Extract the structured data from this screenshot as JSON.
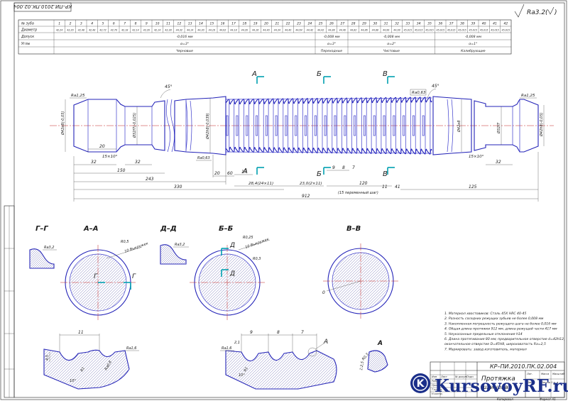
{
  "frame": {
    "stamp_top": "КР–ПИ.2010.ПК.02.004",
    "roughness": "Ra3.2"
  },
  "table": {
    "row_labels": [
      "№ зуба",
      "Диаметр",
      "Допуск",
      "Углы"
    ],
    "teeth": [
      "1",
      "2",
      "3",
      "4",
      "5",
      "6",
      "7",
      "8",
      "9",
      "10",
      "11",
      "12",
      "13",
      "14",
      "15",
      "16",
      "17",
      "18",
      "19",
      "20",
      "21",
      "22",
      "23",
      "24",
      "25",
      "26",
      "27",
      "28",
      "29",
      "30",
      "31",
      "32",
      "33",
      "34",
      "35",
      "36",
      "37",
      "38",
      "39",
      "40",
      "41",
      "42"
    ],
    "diameters": [
      "42,24",
      "42,20",
      "42,48",
      "42,48",
      "42,72",
      "42,70",
      "42,18",
      "42,14",
      "42,20",
      "42,14",
      "42,38",
      "44,32",
      "44,14",
      "44,30",
      "44,16",
      "44,02",
      "44,18",
      "44,20",
      "44,16",
      "44,40",
      "44,34",
      "44,40",
      "44,64",
      "44,42",
      "44,42",
      "44,88",
      "44,40",
      "44,82",
      "44,86",
      "44,88",
      "44,99",
      "44,99",
      "45,015",
      "45,015",
      "45,015",
      "45,015",
      "45,015",
      "45,015",
      "45,015",
      "45,015",
      "45,015",
      "45,015"
    ],
    "tolerances": [
      "-0,016 мм",
      "-0,008 мм",
      "-0,008 мм",
      "-0,008 мм"
    ],
    "angles": [
      "α=3°",
      "α=3°",
      "α=2°",
      "α=1°"
    ],
    "stages": [
      "Черновые",
      "Переходные",
      "Чистовые",
      "Калибрующие"
    ]
  },
  "main_view": {
    "section_marks": [
      "А",
      "Б",
      "В"
    ],
    "dims_top": [
      "45°",
      "Ra1,25",
      "45°",
      "Ra1,25",
      "Ra0,63"
    ],
    "dims_left_diam": [
      "Ø42e8(-0,05)",
      "Ø32f7(-0,025)",
      "Ø42h8(-0,039)"
    ],
    "dims_right_diam": [
      "Ø42h8(-0,05)",
      "Ø32f7",
      "Ø42e8"
    ],
    "dims_bottom": [
      "20",
      "32",
      "15×10°",
      "32",
      "150",
      "243",
      "330",
      "20",
      "60",
      "Ra0,63",
      "17",
      "28,4(24×11)",
      "23,0(2×11)",
      "9",
      "8",
      "7",
      "120",
      "11",
      "41",
      "125",
      "32",
      "15×10°",
      "912",
      "(15 переменный шаг)"
    ]
  },
  "sections": {
    "gg_title": "Г–Г",
    "aa_title": "А–А",
    "dd_title": "Д–Д",
    "bb_title": "Б–Б",
    "vv_title": "В–В",
    "labels": [
      "Ra3,2",
      "Ra3,2",
      "Г",
      "Г",
      "R0,5",
      "R0,25",
      "R0,3",
      "10 Выкружек",
      "10 Выкружек",
      "Д",
      "Д",
      "R0,5",
      "10"
    ],
    "vv_annotation": "0"
  },
  "details": {
    "left_dims": [
      "11",
      "4,5",
      "Ra1,6",
      "R1",
      "10°",
      "Ra0,8"
    ],
    "right_dims": [
      "9",
      "8",
      "7",
      "Ra1,6",
      "2,1",
      "R1",
      "10°",
      "A"
    ],
    "detail_a": [
      "А",
      "R0,3",
      "1:2,5"
    ]
  },
  "notes": [
    "1. Материал хвостовиков: Сталь 45Х НRC 40-45",
    "2. Разность соседних режущих зубьев не более 0,008 мм",
    "3. Накопленная погрешность режущего шага не более 0,016 мм",
    "4. Общая длина протяжки 912 мм, длина режущей части 417 мм",
    "5. Неуказанные предельные отклонения h14",
    "6. Длина протягивания 80 мм; предварительное отверстие d=42H12,",
    "   окончательное отверстие D=45H8, шероховатость Ra=2,5",
    "7. Маркировать: завод изготовитель, материал"
  ],
  "title_block": {
    "designation": "КР–ПИ.2010.ПК.02.004",
    "name": "Протяжка",
    "name2": "шлицевая",
    "small": [
      "Изм",
      "Лист",
      "№ докум.",
      "Подп.",
      "Дата",
      "Разраб.",
      "Пров.",
      "Т.контр.",
      "Н.контр.",
      "Утв.",
      "Лит.",
      "Масса",
      "Масштаб",
      "1:1",
      "Лист",
      "Листов 1"
    ],
    "copied": "Копировал",
    "format": "Формат А1"
  },
  "watermark": {
    "text": "KursovoyRF.ru",
    "logo_text": "K",
    "color": "#1b2f8a"
  }
}
